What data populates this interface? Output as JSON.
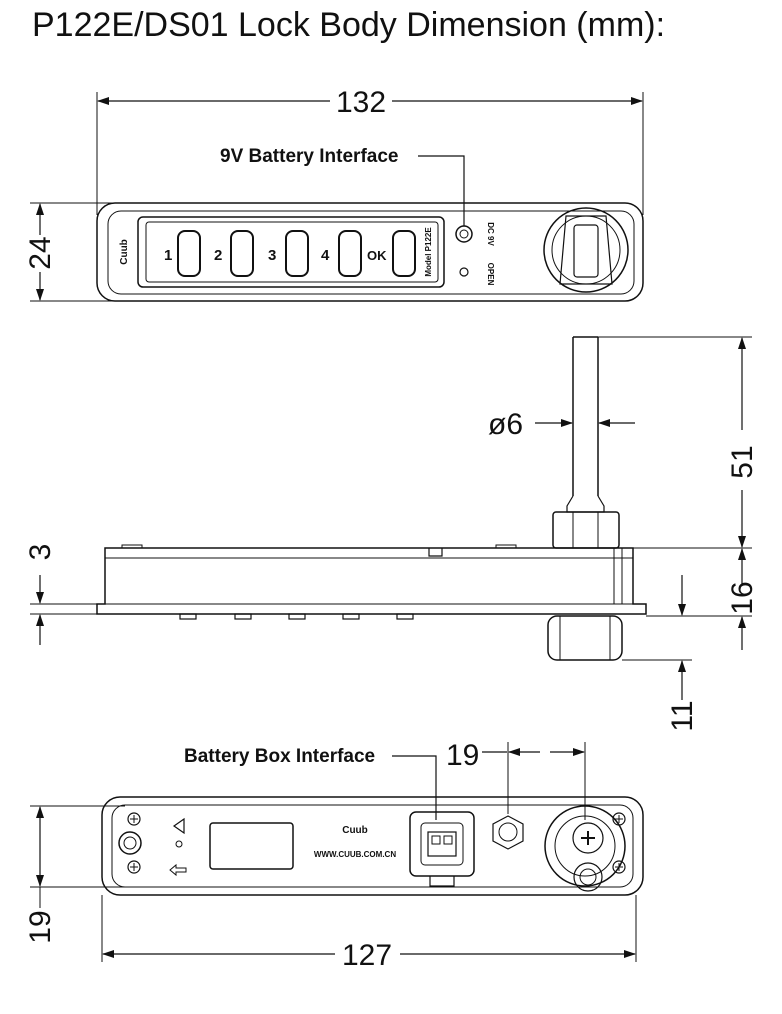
{
  "title": "P122E/DS01 Lock Body Dimension (mm):",
  "front_view": {
    "width_dim": "132",
    "height_dim": "24",
    "battery_label": "9V Battery Interface",
    "keys": [
      "1",
      "2",
      "3",
      "4",
      "OK"
    ],
    "brand": "Cuub",
    "model": "Model P122E",
    "dc_label": "DC 9V",
    "open_label": "OPEN"
  },
  "side_view": {
    "shaft_diameter": "ø6",
    "shaft_height": "51",
    "plate_thickness": "3",
    "body_height": "16",
    "cam_height": "11"
  },
  "back_view": {
    "battery_box_label": "Battery Box Interface",
    "spacing_dim": "19",
    "height_dim": "19",
    "width_dim": "127",
    "brand": "Cuub",
    "website": "WWW.CUUB.COM.CN"
  }
}
